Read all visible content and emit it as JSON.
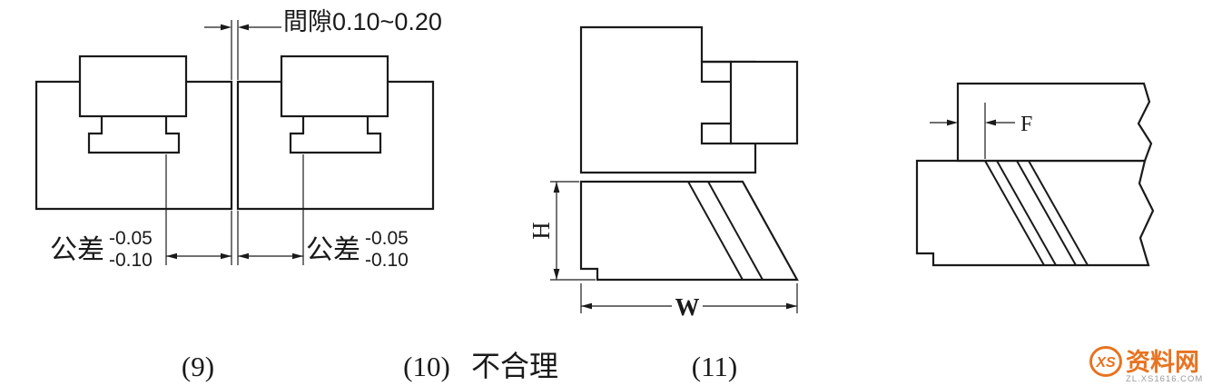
{
  "colors": {
    "line": "#1a1a1a",
    "background": "#ffffff",
    "accent": "#e87320",
    "muted": "#9a9a9a"
  },
  "fig9": {
    "gap_label": "間隙0.10~0.20",
    "tolerance_left": {
      "label": "公差",
      "upper": "-0.05",
      "lower": "-0.10"
    },
    "tolerance_right": {
      "label": "公差",
      "upper": "-0.05",
      "lower": "-0.10"
    },
    "caption": "(9)"
  },
  "fig10": {
    "height_label": "H",
    "width_label": "W",
    "caption": "(10)",
    "note": "不合理"
  },
  "fig11": {
    "offset_label": "F",
    "caption": "(11)"
  },
  "watermark": {
    "monogram": "XS",
    "name": "资料网",
    "url": "ZL.XS1616.COM"
  }
}
